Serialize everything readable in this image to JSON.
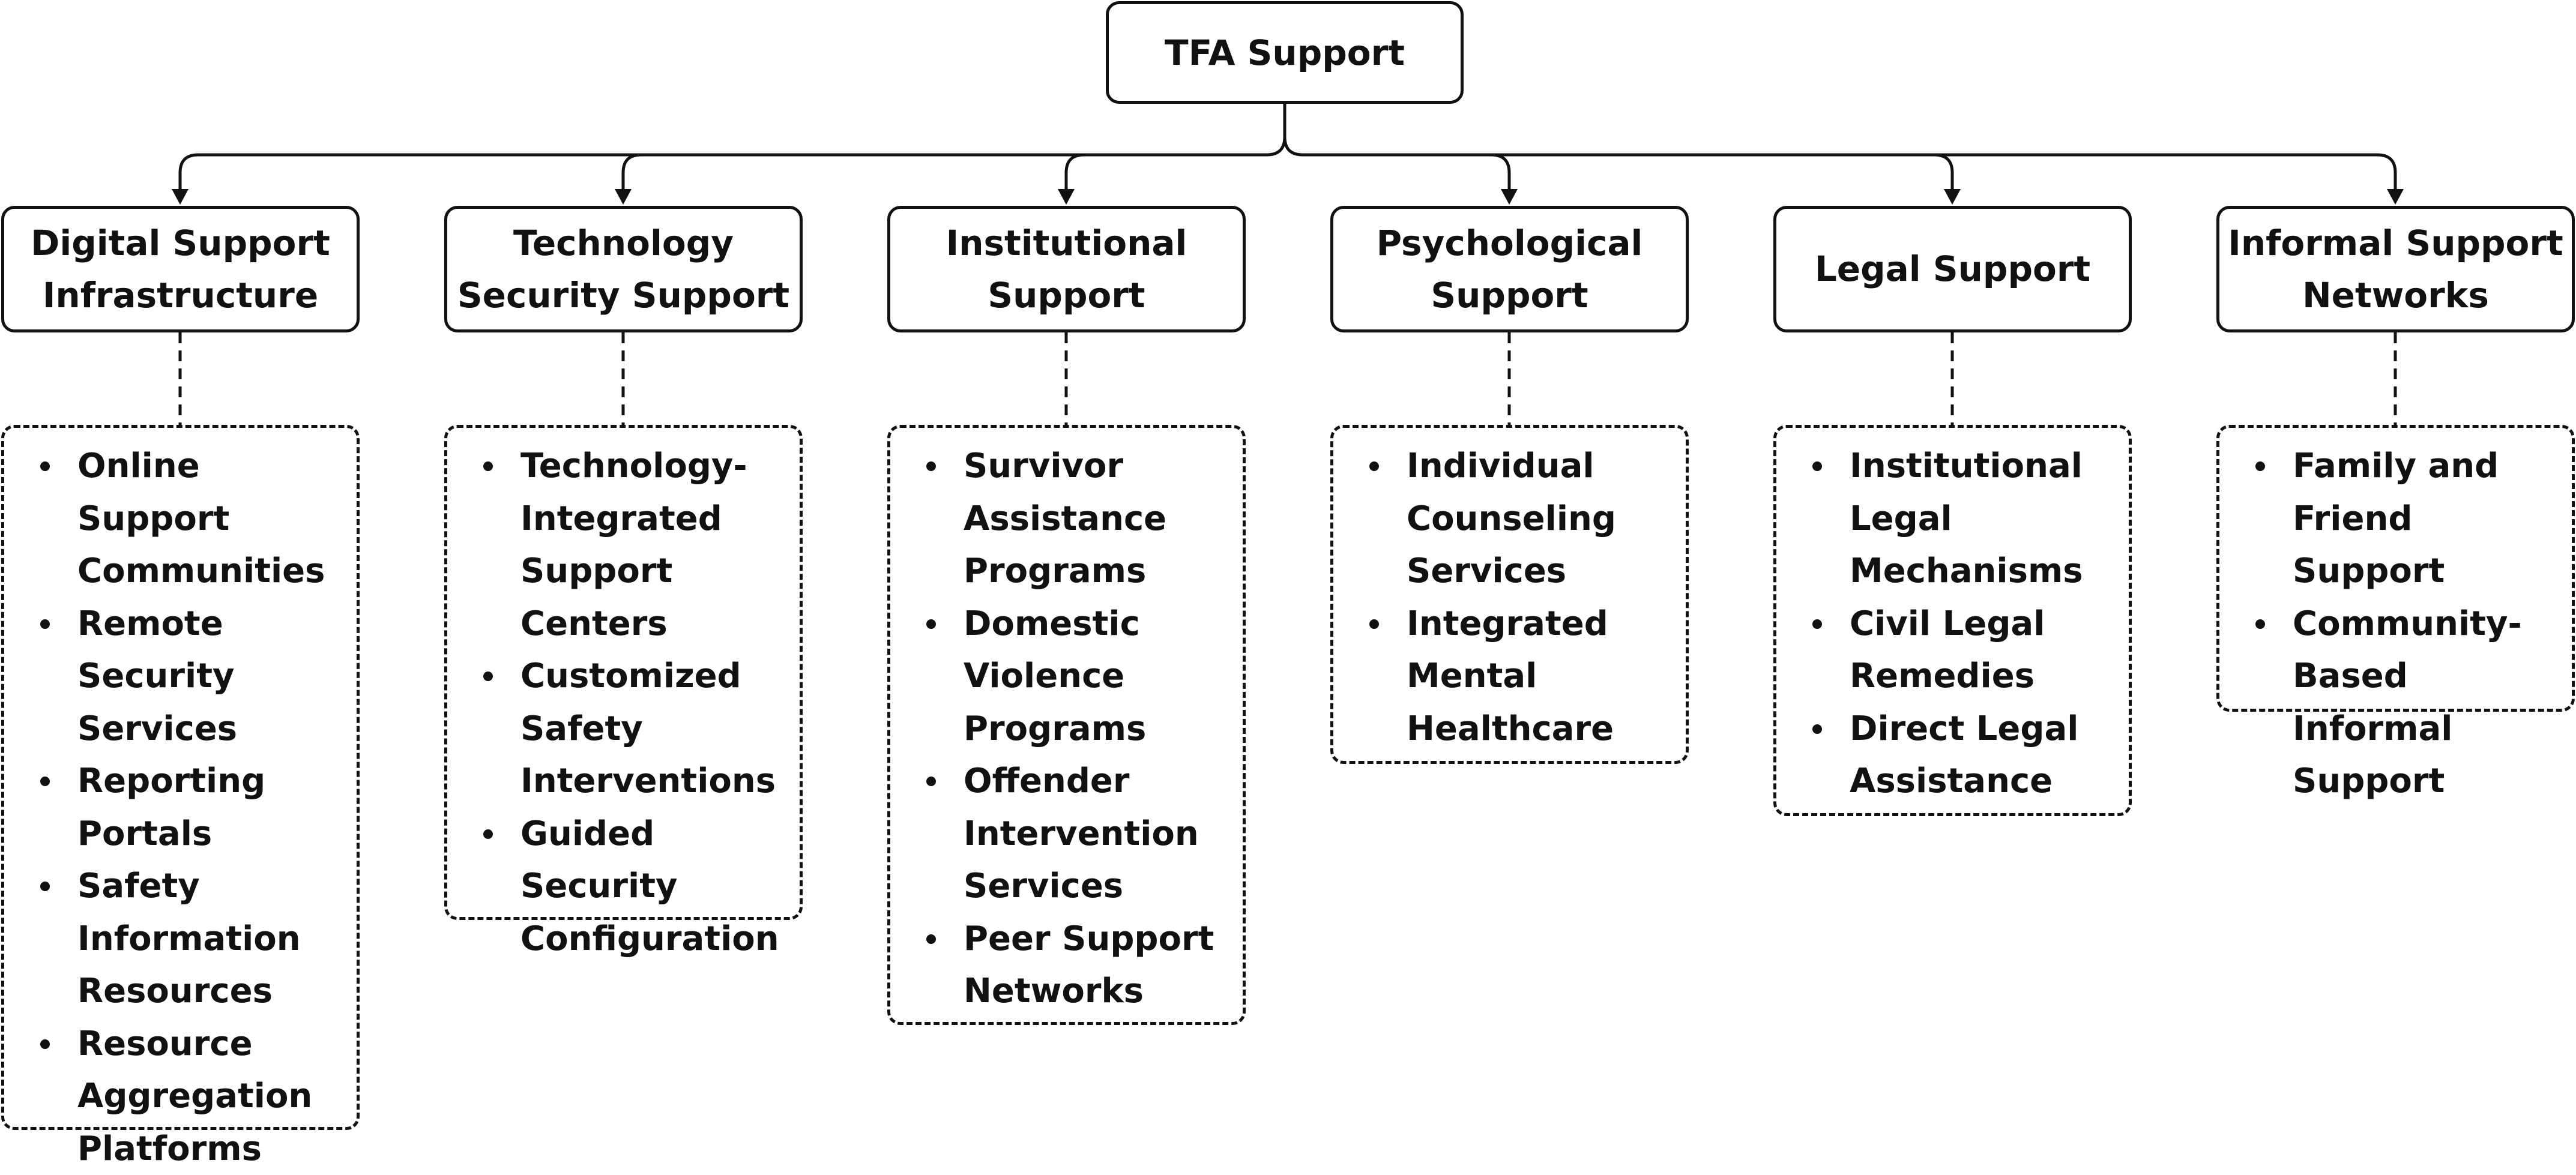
{
  "root": {
    "label": "TFA Support"
  },
  "categories": [
    {
      "title": "Digital Support\nInfrastructure",
      "items": [
        "Online Support\nCommunities",
        "Remote\nSecurity\nServices",
        "Reporting\nPortals",
        "Safety\nInformation\nResources",
        "Resource\nAggregation\nPlatforms"
      ]
    },
    {
      "title": "Technology\nSecurity Support",
      "items": [
        "Technology-\nIntegrated\nSupport\nCenters",
        "Customized\nSafety\nInterventions",
        "Guided Security\nConfiguration"
      ]
    },
    {
      "title": "Institutional\nSupport",
      "items": [
        "Survivor\nAssistance\nPrograms",
        "Domestic\nViolence\nPrograms",
        "Offender\nIntervention\nServices",
        "Peer Support\nNetworks"
      ]
    },
    {
      "title": "Psychological\nSupport",
      "items": [
        "Individual\nCounseling\nServices",
        "Integrated\nMental\nHealthcare"
      ]
    },
    {
      "title": "Legal Support",
      "items": [
        "Institutional\nLegal\nMechanisms",
        "Civil Legal\nRemedies",
        "Direct Legal\nAssistance"
      ]
    },
    {
      "title": "Informal Support\nNetworks",
      "items": [
        "Family and\nFriend Support",
        "Community-\nBased Informal\nSupport"
      ]
    }
  ]
}
